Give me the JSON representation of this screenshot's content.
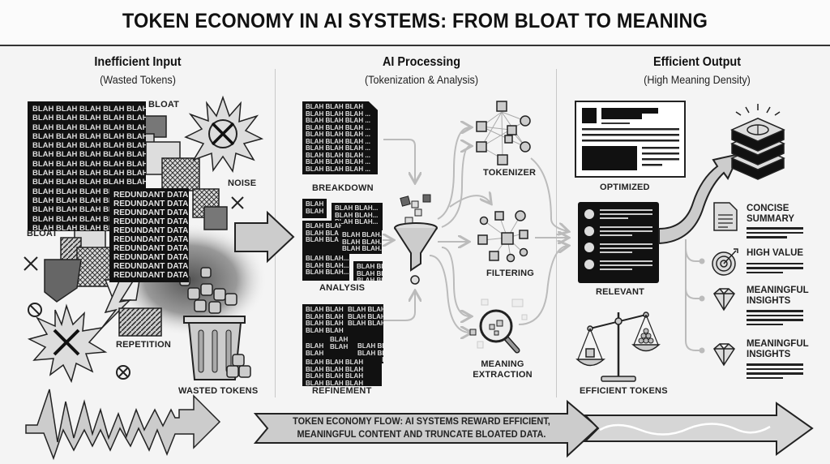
{
  "header": {
    "title": "TOKEN ECONOMY IN AI SYSTEMS: FROM BLOAT TO MEANING"
  },
  "columns": [
    {
      "title": "Inefficient Input",
      "subtitle": "(Wasted Tokens)"
    },
    {
      "title": "AI Processing",
      "subtitle": "(Tokenization & Analysis)"
    },
    {
      "title": "Efficient Output",
      "subtitle": "(High Meaning Density)"
    }
  ],
  "input": {
    "blah_text": "BLAH BLAH BLAH BLAH BLAH\nBLAH BLAH BLAH BLAH BLAH\nBLAH BLAH BLAH BLAH BLAH\nBLAH BLAH BLAH BLAH BLAH\nBLAH BLAH BLAH BLAH BLAH\nBLAH BLAH BLAH BLAH BLAH\nBLAH BLAH BLAH BLAH BLAH\nBLAH BLAH BLAH BLAH BLAH\nBLAH BLAH BLAH BLAH BLAH\nBLAH BLAH BLAH BLAH BLAH\nBLAH BLAH BLAH BLAH BLAH\nBLAH BLAH BLAH BLAH BLAH\nBLAH BLAH BLAH BLAH BLAH\nBLAH BLAH BLAH BLAH BLAH",
    "redundant_text": "REDUNDANT DATA\nREDUNDANT DATA\nREDUNDANT DATA\nREDUNDANT DATA\nREDUNDANT DATA\nREDUNDANT DATA\nREDUNDANT DATA\nREDUNDANT DATA\nREDUNDANT DATA\nREDUNDANT DATA",
    "labels": {
      "bloat_top": "BLOAT",
      "noise": "NOISE",
      "bloat_left": "BLOAT",
      "repetition": "REPETITION",
      "wasted_tokens": "WASTED TOKENS"
    }
  },
  "processing": {
    "breakdown_text": "BLAH BLAH BLAH\nBLAH BLAH BLAH ...\nBLAH BLAH BLAH ...\nBLAH BLAH BLAH ...\nBLAH BLAH BLAH ...\nBLAH BLAH BLAH ...\nBLAH BLAH BLAH ...\nBLAH BLAH BLAH ...\nBLAH BLAH BLAH ...\nBLAH BLAH BLAH ...",
    "analysis_text": "BLAH\nBLAH",
    "analysis_text2": "BLAH BLAH...\nBLAH BLAH...\nBLAH BLAH...",
    "refinement_text": "BLAH BLAH BLAH\nBLAH BLAH BLAH\nBLAH BLAH BLAH\nBLAH BLAH BLAH",
    "refinement_text2": "BLAH BLAH...\nBLAH BLAH...\nBLAH BLAH...",
    "labels": {
      "breakdown": "BREAKDOWN",
      "analysis": "ANALYSIS",
      "refinement": "REFINEMENT",
      "tokenizer": "TOKENIZER",
      "filtering": "FILTERING",
      "meaning_extraction_1": "MEANING",
      "meaning_extraction_2": "EXTRACTION"
    }
  },
  "output": {
    "labels": {
      "optimized": "OPTIMIZED",
      "relevant": "RELEVANT",
      "efficient_tokens": "EFFICIENT TOKENS"
    },
    "features": [
      {
        "title_1": "CONCISE",
        "title_2": "SUMMARY",
        "icon": "document-icon"
      },
      {
        "title_1": "HIGH VALUE",
        "title_2": "",
        "icon": "target-icon"
      },
      {
        "title_1": "MEANINGFUL",
        "title_2": "INSIGHTS",
        "icon": "diamond-icon"
      },
      {
        "title_1": "MEANINGFUL",
        "title_2": "INSIGHTS",
        "icon": "diamond-icon"
      }
    ]
  },
  "footer": {
    "line1": "TOKEN ECONOMY FLOW: AI SYSTEMS REWARD EFFICIENT,",
    "line2": "MEANINGFUL CONTENT AND TRUNCATE BLOATED DATA."
  }
}
